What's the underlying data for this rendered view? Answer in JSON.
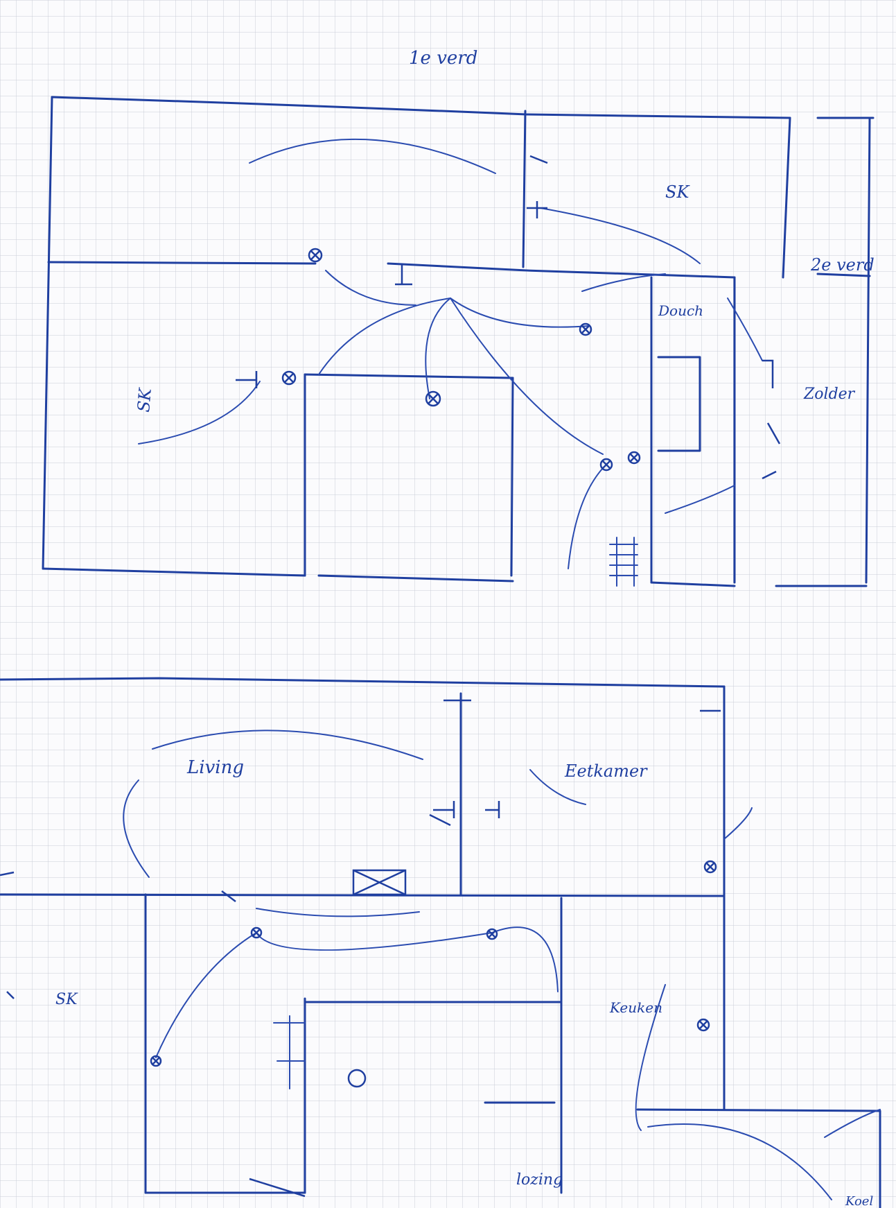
{
  "labels": {
    "first_floor": "1e verd",
    "sk_top_right": "SK",
    "second_floor": "2e verd",
    "douche": "Douch",
    "zolder": "Zolder",
    "sk_left": "SK",
    "living": "Living",
    "eetkamer": "Eetkamer",
    "sk_bottom_left": "SK",
    "keuken": "Keuken",
    "bottom_note": "lozing",
    "bottom_right": "Koel"
  },
  "colors": {
    "ink": "#1f3fa0",
    "paper": "#fbfbfd",
    "grid": "#c9cdd8"
  },
  "icons": [
    "light-point-icon",
    "switch-icon",
    "socket-icon",
    "stair-icon"
  ]
}
